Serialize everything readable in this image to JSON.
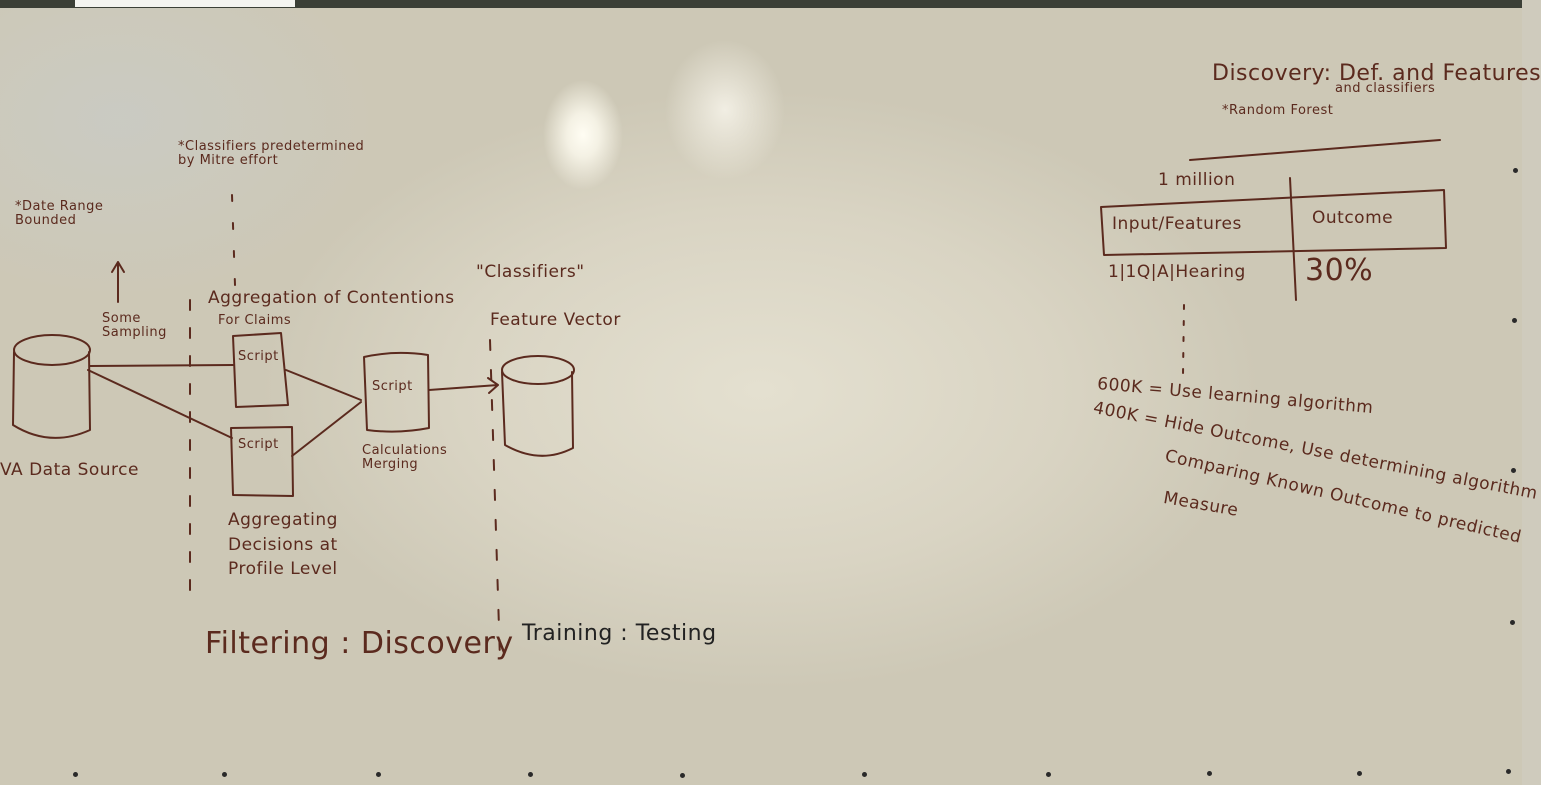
{
  "notes": {
    "date_range": "*Date Range\nBounded",
    "classifiers_predetermined": "*Classifiers predetermined\nby Mitre effort",
    "some_sampling": "Some\nSampling",
    "aggregation_contentions": "Aggregation of Contentions",
    "for_claims": "For Claims",
    "classifiers_quoted": "\"Classifiers\"",
    "feature_vector": "Feature Vector",
    "va_data_source": "VA Data Source",
    "script_1": "Script",
    "script_2": "Script",
    "script_3": "Script",
    "calculations_merging": "Calculations\nMerging",
    "aggregating_decisions": "Aggregating\nDecisions at\nProfile Level",
    "phase_filtering_discovery": "Filtering : Discovery",
    "phase_training_testing": "Training : Testing"
  },
  "discovery": {
    "title": "Discovery: Def. and Features",
    "subtitle": "and classifiers",
    "random_forest": "*Random Forest",
    "million": "1 million",
    "col_input": "Input/Features",
    "col_outcome": "Outcome",
    "row_input": "1|1Q|A|Hearing",
    "row_outcome": "30%",
    "line_600k": "600K = Use learning algorithm",
    "line_400k": "400K = Hide Outcome, Use determining algorithm",
    "line_compare": "Comparing Known Outcome to predicted",
    "line_measure": "Measure"
  },
  "colors": {
    "marker": "#5b2a1e",
    "marker_dark": "#222222",
    "board": "#d9d4c3"
  }
}
